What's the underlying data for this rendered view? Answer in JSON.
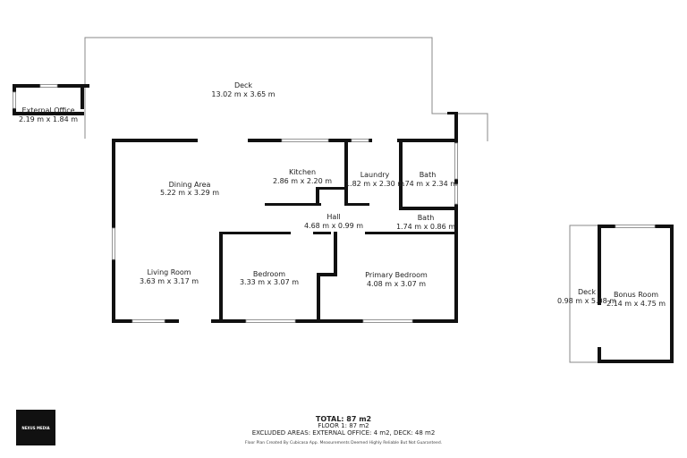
{
  "rooms": {
    "deck_main": {
      "name": "Deck",
      "dims": "13.02 m x 3.65 m"
    },
    "external_office": {
      "name": "External Office",
      "dims": "2.19 m x 1.84 m"
    },
    "dining": {
      "name": "Dining Area",
      "dims": "5.22 m x 3.29 m"
    },
    "kitchen": {
      "name": "Kitchen",
      "dims": "2.86 m x 2.20 m"
    },
    "laundry": {
      "name": "Laundry",
      "dims": "1.82 m x 2.30 m"
    },
    "bath1": {
      "name": "Bath",
      "dims": "1.74 m x 2.34 m"
    },
    "hall": {
      "name": "Hall",
      "dims": "4.68 m x 0.99 m"
    },
    "bath2": {
      "name": "Bath",
      "dims": "1.74 m x 0.86 m"
    },
    "living": {
      "name": "Living Room",
      "dims": "3.63 m x 3.17 m"
    },
    "bedroom": {
      "name": "Bedroom",
      "dims": "3.33 m x 3.07 m"
    },
    "primary": {
      "name": "Primary Bedroom",
      "dims": "4.08 m x 3.07 m"
    },
    "deck_side": {
      "name": "Deck",
      "dims": "0.98 m x 5.08 m"
    },
    "bonus": {
      "name": "Bonus Room",
      "dims": "2.14 m x 4.75 m"
    }
  },
  "logo": "NEXUS MEDIA",
  "summary": {
    "total": "TOTAL: 87 m2",
    "floor1": "FLOOR 1: 87 m2",
    "excluded": "EXCLUDED AREAS: EXTERNAL OFFICE: 4 m2, DECK: 48 m2",
    "disclaimer": "Floor Plan Created By Cubicasa App. Measurements Deemed Highly Reliable But Not Guaranteed."
  }
}
